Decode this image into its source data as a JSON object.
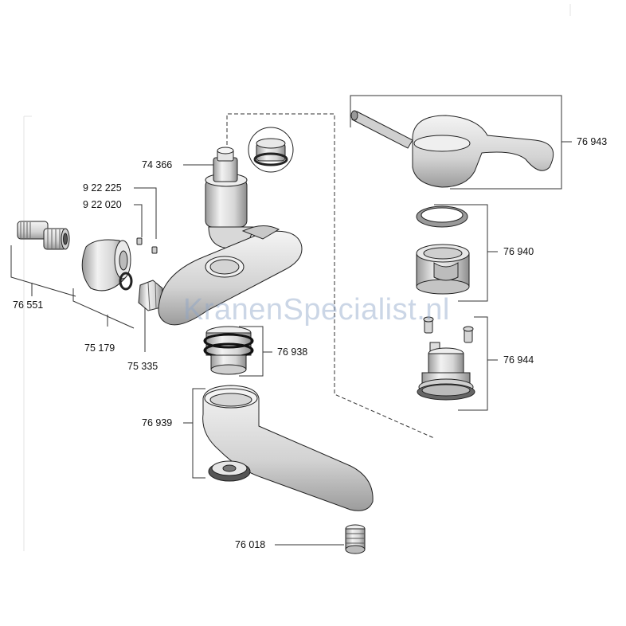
{
  "labels": {
    "p74366": "74 366",
    "p922225": "9 22 225",
    "p922020": "9 22 020",
    "p76551": "76 551",
    "p75179": "75 179",
    "p75335": "75 335",
    "p76938": "76 938",
    "p76939": "76 939",
    "p76018": "76 018",
    "p76943": "76 943",
    "p76940": "76 940",
    "p76944": "76 944"
  },
  "watermark": {
    "part1": "Kranen",
    "part2": "Specialist",
    "part3": ".nl"
  },
  "colors": {
    "line": "#1a1a1a",
    "part_fill": "#e6e6e6",
    "part_shade": "#bdbdbd",
    "part_dark": "#6e6e6e",
    "watermark": "#8ca5c8"
  }
}
